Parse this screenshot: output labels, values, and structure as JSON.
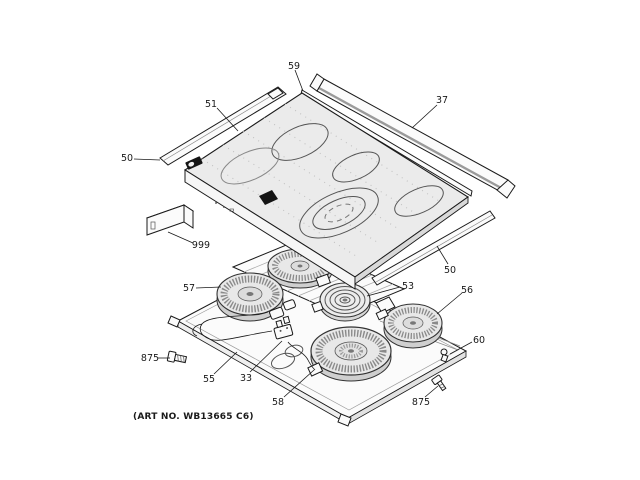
{
  "diagram": {
    "art_no": "(ART NO. WB13665 C6)",
    "colors": {
      "ink": "#1a1a1a",
      "paper": "#ffffff"
    },
    "callouts": [
      {
        "text": "51"
      },
      {
        "text": "59"
      },
      {
        "text": "37"
      },
      {
        "text": "50"
      },
      {
        "text": "999"
      },
      {
        "text": "57"
      },
      {
        "text": "50"
      },
      {
        "text": "53"
      },
      {
        "text": "56"
      },
      {
        "text": "60"
      },
      {
        "text": "875"
      },
      {
        "text": "875"
      },
      {
        "text": "55"
      },
      {
        "text": "33"
      },
      {
        "text": "58"
      }
    ]
  }
}
